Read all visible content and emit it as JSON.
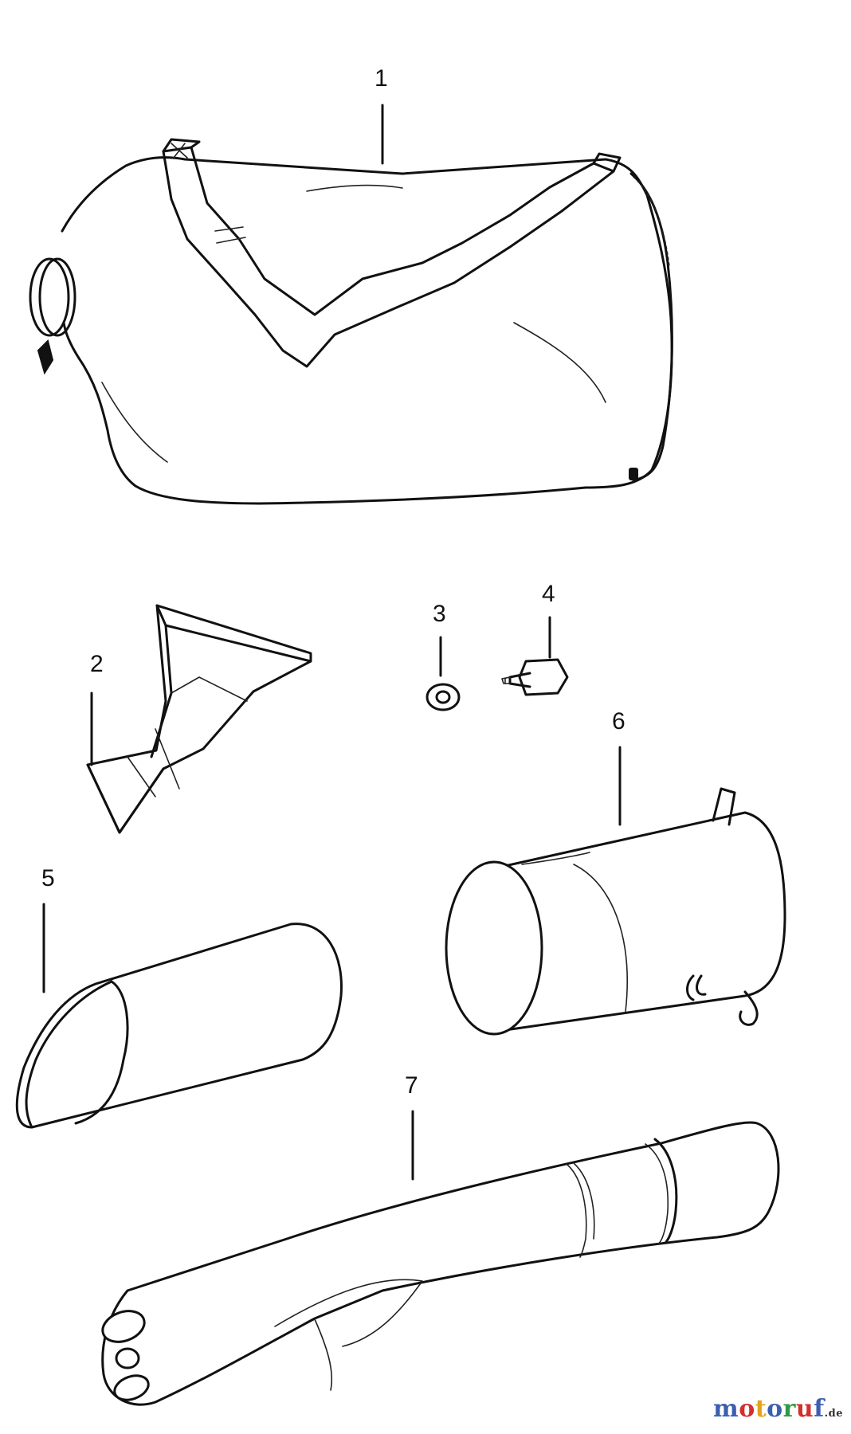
{
  "callouts": {
    "item1": "1",
    "item2": "2",
    "item3": "3",
    "item4": "4",
    "item5": "5",
    "item6": "6",
    "item7": "7"
  },
  "watermark": {
    "text": "motoruf.de",
    "colors": [
      "#3b5fb0",
      "#d0312d",
      "#e3a21a",
      "#3b5fb0",
      "#2e9a45",
      "#d0312d",
      "#3b5fb0"
    ]
  }
}
